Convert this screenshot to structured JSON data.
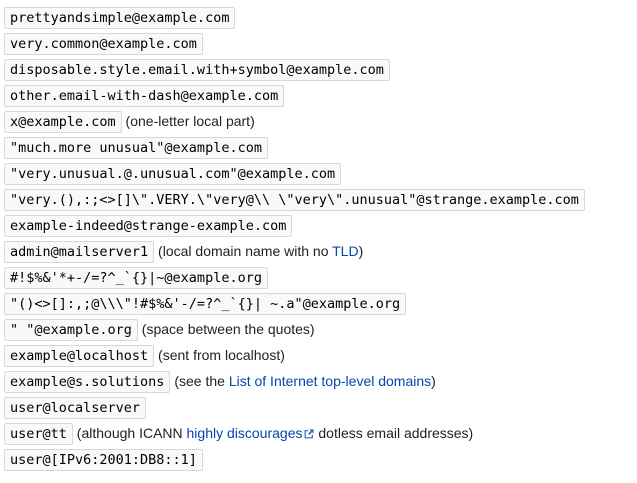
{
  "colors": {
    "link": "#0645ad",
    "code_background": "#f8f9fa",
    "code_border": "#d6d8da",
    "text": "#202122"
  },
  "icons": {
    "external_link": "arrow-out-of-box"
  },
  "list": {
    "items": [
      {
        "code": "prettyandsimple@example.com"
      },
      {
        "code": "very.common@example.com"
      },
      {
        "code": "disposable.style.email.with+symbol@example.com"
      },
      {
        "code": "other.email-with-dash@example.com"
      },
      {
        "code": "x@example.com",
        "after": [
          {
            "type": "text",
            "text": " (one-letter local part)"
          }
        ]
      },
      {
        "code": "\"much.more unusual\"@example.com"
      },
      {
        "code": "\"very.unusual.@.unusual.com\"@example.com"
      },
      {
        "code": "\"very.(),:;<>[]\\\".VERY.\\\"very@\\\\ \\\"very\\\".unusual\"@strange.example.com"
      },
      {
        "code": "example-indeed@strange-example.com"
      },
      {
        "code": "admin@mailserver1",
        "after": [
          {
            "type": "text",
            "text": " (local domain name with no "
          },
          {
            "type": "link",
            "text": "TLD"
          },
          {
            "type": "text",
            "text": ")"
          }
        ]
      },
      {
        "code": "#!$%&'*+-/=?^_`{}|~@example.org"
      },
      {
        "code": "\"()<>[]:,;@\\\\\\\"!#$%&'-/=?^_`{}| ~.a\"@example.org"
      },
      {
        "code": "\" \"@example.org",
        "after": [
          {
            "type": "text",
            "text": " (space between the quotes)"
          }
        ]
      },
      {
        "code": "example@localhost",
        "after": [
          {
            "type": "text",
            "text": " (sent from localhost)"
          }
        ]
      },
      {
        "code": "example@s.solutions",
        "after": [
          {
            "type": "text",
            "text": " (see the "
          },
          {
            "type": "link",
            "text": "List of Internet top-level domains"
          },
          {
            "type": "text",
            "text": ")"
          }
        ]
      },
      {
        "code": "user@localserver"
      },
      {
        "code": "user@tt",
        "after": [
          {
            "type": "text",
            "text": " (although ICANN "
          },
          {
            "type": "extlink",
            "text": "highly discourages"
          },
          {
            "type": "text",
            "text": " dotless email addresses)"
          }
        ]
      },
      {
        "code": "user@[IPv6:2001:DB8::1]"
      }
    ]
  }
}
